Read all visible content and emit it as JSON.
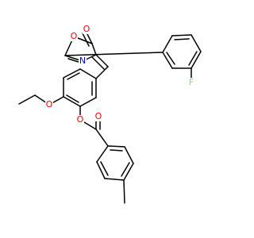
{
  "molecule": {
    "atom_labels": {
      "oxo_o": "O",
      "ring_o": "O",
      "ring_n": "N",
      "fluorine": "F",
      "ether_o": "O",
      "ester_link_o": "O",
      "carbonyl_o": "O"
    },
    "colors": {
      "bond": "#000000",
      "oxygen": "#ff0000",
      "nitrogen": "#0000ff",
      "fluorine": "#90e050"
    }
  }
}
